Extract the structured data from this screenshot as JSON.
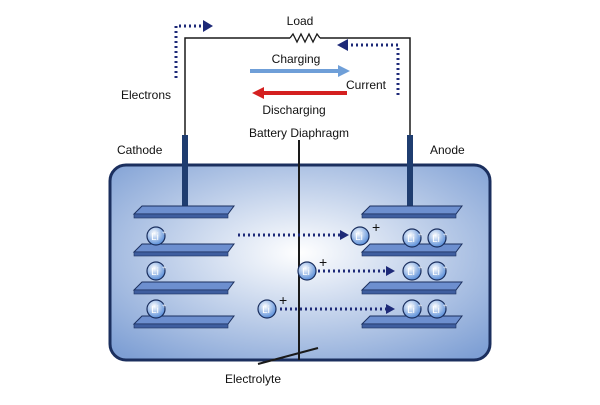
{
  "labels": {
    "load": "Load",
    "charging": "Charging",
    "current": "Current",
    "electrons": "Electrons",
    "discharging": "Discharging",
    "diaphragm": "Battery Diaphragm",
    "cathode": "Cathode",
    "anode": "Anode",
    "electrolyte": "Electrolyte"
  },
  "ion": {
    "symbol": "Li",
    "charge": "+"
  },
  "colors": {
    "wire": "#1a1a1a",
    "charging_arrow": "#6f9fd8",
    "discharging_arrow": "#d42020",
    "dotted_arrow": "#1e2a78",
    "container_border": "#1b2f5e",
    "container_fill_center": "#ffffff",
    "container_fill_edge": "#7e9fd4",
    "plate": "#6d8fcf",
    "electrode_rod": "#1f3d70",
    "ion_fill": "#5b8fd9"
  }
}
